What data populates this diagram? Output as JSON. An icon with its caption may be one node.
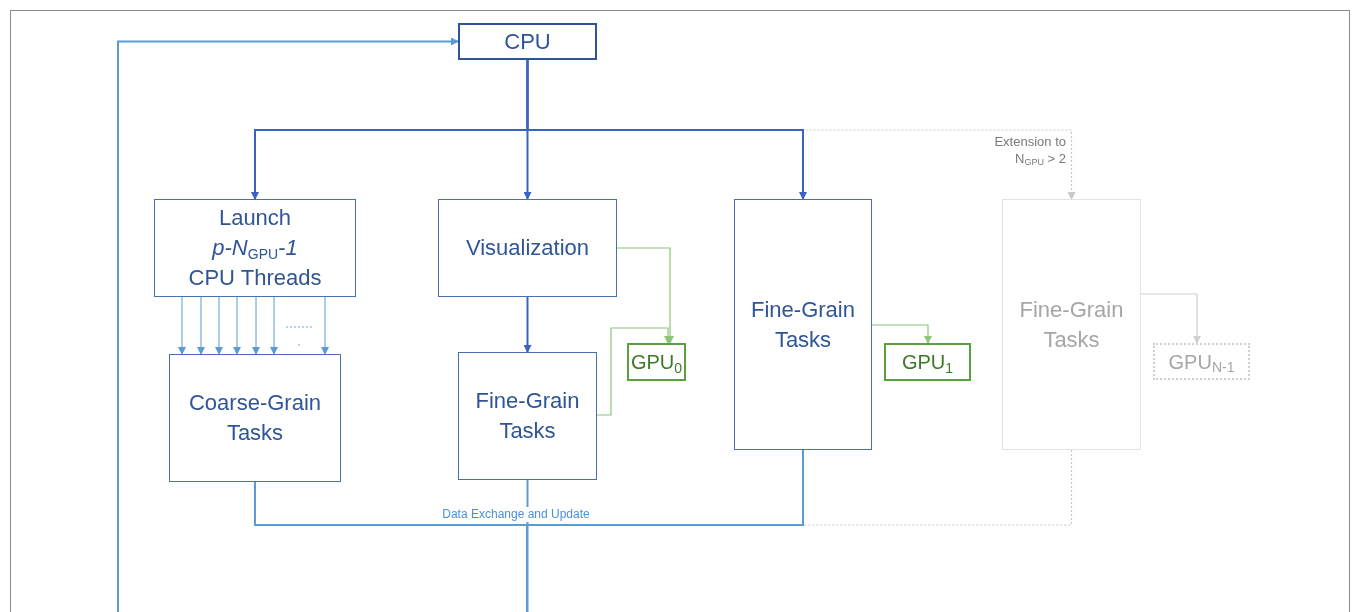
{
  "diagram": {
    "nodes": [
      {
        "text": [
          "CPU"
        ]
      },
      {
        "text": [
          "Launch *p-N*$_{GPU}$*-1* CPU Threads"
        ]
      },
      {
        "text": [
          "Visualization"
        ]
      },
      {
        "text": [
          "Fine-Grain Tasks"
        ]
      },
      {
        "text": [
          "Fine-Grain Tasks"
        ]
      },
      {
        "text": [
          "Coarse-Grain Tasks"
        ]
      },
      {
        "text": [
          "Fine-Grain Tasks"
        ]
      },
      {
        "text": [
          "GPU$_{0}$"
        ]
      },
      {
        "text": [
          "GPU$_{1}$"
        ]
      },
      {
        "text": [
          "GPU$_{N-1}$"
        ]
      }
    ],
    "edges": [
      {
        "from": 0,
        "to": 1,
        "arrow": "to",
        "color": "#3a62c2"
      },
      {
        "from": 0,
        "to": 2,
        "arrow": "to",
        "color": "#3a62c2"
      },
      {
        "from": 0,
        "to": 3,
        "arrow": "to",
        "color": "#3a62c2"
      },
      {
        "from": 0,
        "to": 4,
        "arrow": "to",
        "style": "dashed",
        "color": "#c8c8c8",
        "label": "Extension to N$_{GPU}$ > 2"
      },
      {
        "from": 2,
        "to": 6,
        "arrow": "to",
        "color": "#3a62c2"
      },
      {
        "from": 1,
        "to": 5,
        "arrow": "to"
      },
      {
        "from": 1,
        "to": 5,
        "arrow": "to"
      },
      {
        "from": 1,
        "to": 5,
        "arrow": "to"
      },
      {
        "from": 1,
        "to": 5,
        "arrow": "to"
      },
      {
        "from": 1,
        "to": 5,
        "arrow": "to"
      },
      {
        "from": 1,
        "to": 5,
        "arrow": "to"
      },
      {
        "from": 1,
        "to": 5,
        "arrow": "to"
      },
      {
        "from": 2,
        "to": 7,
        "arrow": "to",
        "color": "#8cc47a"
      },
      {
        "from": 6,
        "to": 7,
        "arrow": "to",
        "color": "#8cc47a"
      },
      {
        "from": 3,
        "to": 8,
        "arrow": "to",
        "color": "#8cc47a"
      },
      {
        "from": 4,
        "to": 9,
        "arrow": "to",
        "color": "#d0d0d0"
      },
      {
        "from": null,
        "to": 0,
        "arrow": "to"
      },
      {
        "from": 5,
        "to": null,
        "arrow": "none"
      },
      {
        "from": 6,
        "to": null,
        "arrow": "none",
        "label": "Data Exchange and Update"
      },
      {
        "from": 3,
        "to": null,
        "arrow": "none"
      },
      {
        "from": 4,
        "to": null,
        "arrow": "none",
        "style": "dashed",
        "color": "#c8c8c8"
      }
    ]
  }
}
